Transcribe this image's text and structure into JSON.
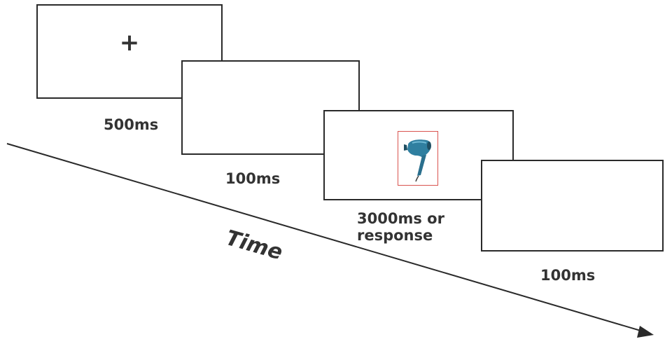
{
  "frames": [
    {
      "content": "+",
      "duration": "500ms"
    },
    {
      "content": "",
      "duration": "100ms"
    },
    {
      "content": "hair-dryer-picture",
      "duration_lines": [
        "3000ms or",
        "response"
      ]
    },
    {
      "content": "",
      "duration": "100ms"
    }
  ],
  "time_label": "Time",
  "colors": {
    "frame_border": "#2a2a2a",
    "text": "#333333",
    "stimulus_border": "#d9534f",
    "stimulus_main": "#2f7fa0",
    "stimulus_dark": "#1f4f63"
  }
}
